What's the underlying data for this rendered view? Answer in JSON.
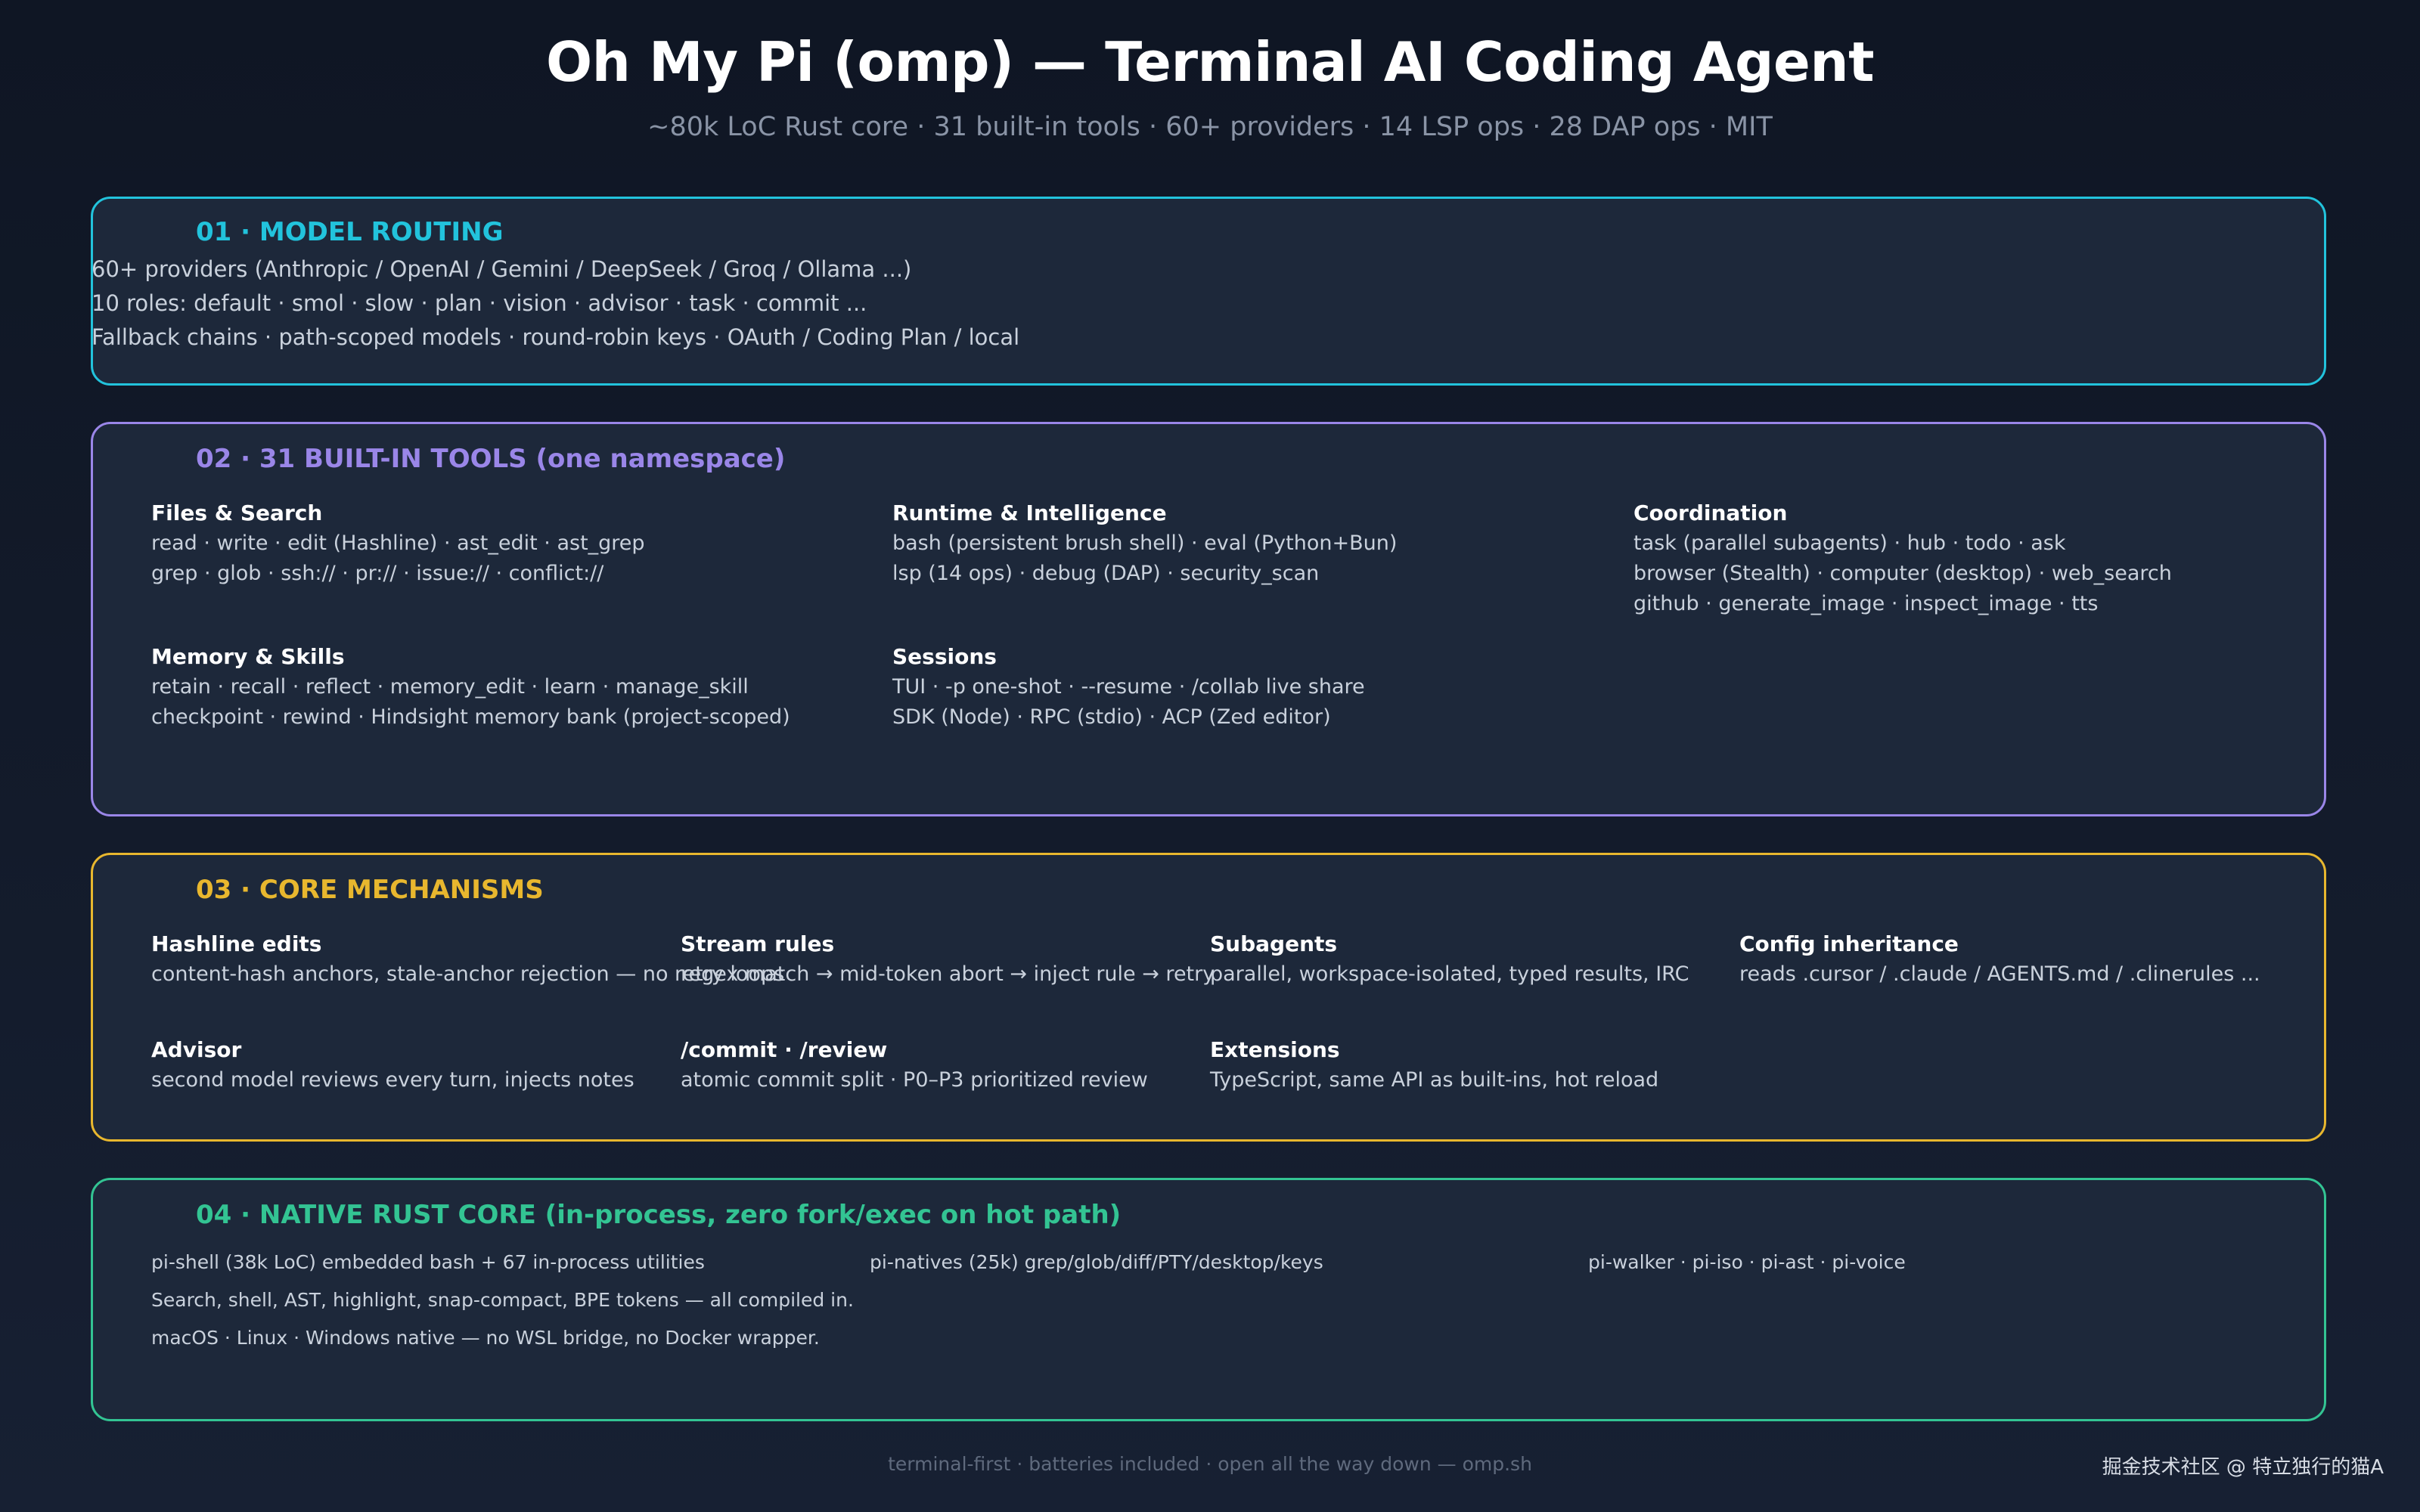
{
  "header": {
    "title": "Oh My Pi (omp) — Terminal AI Coding Agent",
    "subtitle": "~80k LoC Rust core · 31 built-in tools · 60+ providers · 14 LSP ops · 28 DAP ops · MIT"
  },
  "colors": {
    "routing": "#22c3dc",
    "tools": "#9a86e8",
    "mechanisms": "#e8b72e",
    "rust": "#33c493"
  },
  "sections": {
    "routing": {
      "title": "01 · MODEL ROUTING",
      "lines": [
        "60+ providers (Anthropic / OpenAI / Gemini / DeepSeek / Groq / Ollama ...)",
        "10 roles: default · smol · slow · plan · vision · advisor · task · commit ...",
        "Fallback chains · path-scoped models · round-robin keys · OAuth / Coding Plan / local"
      ]
    },
    "tools": {
      "title": "02 · 31 BUILT-IN TOOLS (one namespace)",
      "groups": [
        {
          "heading": "Files & Search",
          "lines": [
            "read · write · edit (Hashline) · ast_edit · ast_grep",
            "grep · glob · ssh:// · pr:// · issue:// · conflict://"
          ]
        },
        {
          "heading": "Runtime & Intelligence",
          "lines": [
            "bash (persistent brush shell) · eval (Python+Bun)",
            "lsp (14 ops) · debug (DAP) · security_scan"
          ]
        },
        {
          "heading": "Coordination",
          "lines": [
            "task (parallel subagents) · hub · todo · ask",
            "browser (Stealth) · computer (desktop) · web_search",
            "github · generate_image · inspect_image · tts"
          ]
        },
        {
          "heading": "Memory & Skills",
          "lines": [
            "retain · recall · reflect · memory_edit · learn · manage_skill",
            "checkpoint · rewind · Hindsight memory bank (project-scoped)"
          ]
        },
        {
          "heading": "Sessions",
          "lines": [
            "TUI · -p one-shot · --resume · /collab live share",
            "SDK (Node) · RPC (stdio) · ACP (Zed editor)"
          ]
        }
      ]
    },
    "mechanisms": {
      "title": "03 · CORE MECHANISMS",
      "items": [
        {
          "heading": "Hashline edits",
          "text": "content-hash anchors, stale-anchor rejection — no retry loops"
        },
        {
          "heading": "Stream rules",
          "text": "regex match → mid-token abort → inject rule → retry"
        },
        {
          "heading": "Subagents",
          "text": "parallel, workspace-isolated, typed results, IRC"
        },
        {
          "heading": "Config inheritance",
          "text": "reads .cursor / .claude / AGENTS.md / .clinerules ..."
        },
        {
          "heading": "Advisor",
          "text": "second model reviews every turn, injects notes"
        },
        {
          "heading": "/commit · /review",
          "text": "atomic commit split · P0–P3 prioritized review"
        },
        {
          "heading": "Extensions",
          "text": "TypeScript, same API as built-ins, hot reload"
        }
      ]
    },
    "rust": {
      "title": "04 · NATIVE RUST CORE (in-process, zero fork/exec on hot path)",
      "lines": [
        "pi-shell (38k LoC) embedded bash + 67 in-process utilities",
        "pi-natives (25k) grep/glob/diff/PTY/desktop/keys",
        "pi-walker · pi-iso · pi-ast · pi-voice",
        "Search, shell, AST, highlight, snap-compact, BPE tokens — all compiled in.",
        "macOS · Linux · Windows native — no WSL bridge, no Docker wrapper."
      ]
    }
  },
  "footer": {
    "tagline": "terminal-first · batteries included · open all the way down — omp.sh",
    "watermark": "掘金技术社区 @ 特立独行的猫A"
  }
}
